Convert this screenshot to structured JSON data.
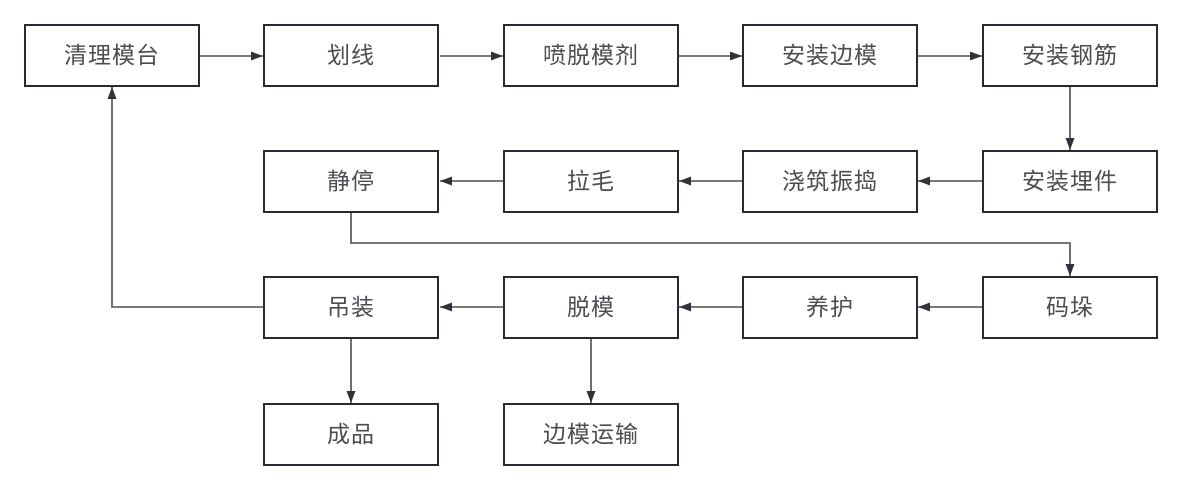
{
  "diagram": {
    "type": "flowchart",
    "language": "zh-CN"
  },
  "nodes": [
    {
      "id": "clean-mold-table",
      "label": "清理模台",
      "row": 1,
      "col": 1
    },
    {
      "id": "marking",
      "label": "划线",
      "row": 1,
      "col": 2
    },
    {
      "id": "spray-release-agent",
      "label": "喷脱模剂",
      "row": 1,
      "col": 3
    },
    {
      "id": "install-side-forms",
      "label": "安装边模",
      "row": 1,
      "col": 4
    },
    {
      "id": "install-rebar",
      "label": "安装钢筋",
      "row": 1,
      "col": 5
    },
    {
      "id": "install-embedded-parts",
      "label": "安装埋件",
      "row": 2,
      "col": 5
    },
    {
      "id": "pour-and-vibrate",
      "label": "浇筑振捣",
      "row": 2,
      "col": 4
    },
    {
      "id": "roughening",
      "label": "拉毛",
      "row": 2,
      "col": 3
    },
    {
      "id": "resting",
      "label": "静停",
      "row": 2,
      "col": 2
    },
    {
      "id": "stacking",
      "label": "码垛",
      "row": 3,
      "col": 5
    },
    {
      "id": "curing",
      "label": "养护",
      "row": 3,
      "col": 4
    },
    {
      "id": "demolding",
      "label": "脱模",
      "row": 3,
      "col": 3
    },
    {
      "id": "hoisting",
      "label": "吊装",
      "row": 3,
      "col": 2
    },
    {
      "id": "finished-product",
      "label": "成品",
      "row": 4,
      "col": 2
    },
    {
      "id": "side-form-transport",
      "label": "边模运输",
      "row": 4,
      "col": 3
    }
  ],
  "edges": [
    {
      "from": "清理模台",
      "to": "划线"
    },
    {
      "from": "划线",
      "to": "喷脱模剂"
    },
    {
      "from": "喷脱模剂",
      "to": "安装边模"
    },
    {
      "from": "安装边模",
      "to": "安装钢筋"
    },
    {
      "from": "安装钢筋",
      "to": "安装埋件"
    },
    {
      "from": "安装埋件",
      "to": "浇筑振捣"
    },
    {
      "from": "浇筑振捣",
      "to": "拉毛"
    },
    {
      "from": "拉毛",
      "to": "静停"
    },
    {
      "from": "静停",
      "to": "码垛"
    },
    {
      "from": "码垛",
      "to": "养护"
    },
    {
      "from": "养护",
      "to": "脱模"
    },
    {
      "from": "脱模",
      "to": "吊装"
    },
    {
      "from": "吊装",
      "to": "清理模台"
    },
    {
      "from": "吊装",
      "to": "成品"
    },
    {
      "from": "脱模",
      "to": "边模运输"
    }
  ],
  "colors": {
    "background": "#ffffff",
    "node_fill": "#ffffff",
    "node_border": "#262b33",
    "edge_line": "#4d4d4d",
    "arrowhead": "#2f343c",
    "text": "#4a4d52"
  }
}
